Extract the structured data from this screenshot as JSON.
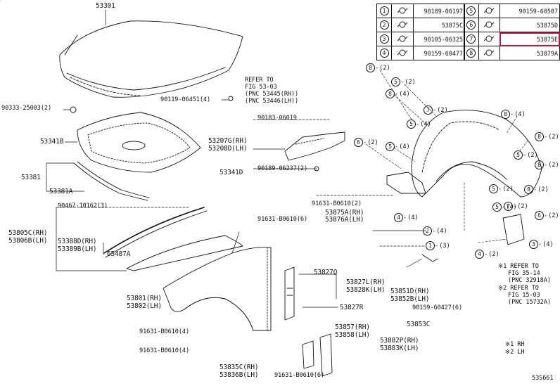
{
  "legend_left": [
    {
      "n": "1",
      "part": "90189-06197"
    },
    {
      "n": "2",
      "part": "53875C"
    },
    {
      "n": "3",
      "part": "90105-06325"
    },
    {
      "n": "4",
      "part": "90159-60477"
    }
  ],
  "legend_right": [
    {
      "n": "5",
      "part": "90159-60507"
    },
    {
      "n": "6",
      "part": "53875D"
    },
    {
      "n": "7",
      "part": "53875E"
    },
    {
      "n": "8",
      "part": "53879A"
    }
  ],
  "highlight_part": "53875E",
  "labels": {
    "hood": "53301",
    "hood_seal": "90333-25003(2)",
    "refer1": "REFER TO",
    "refer2": "FIG 53-03",
    "refer3": "(PNC 53445(RH))",
    "refer4": "(PNC 53446(LH))",
    "p90119": "90119-06451(4)",
    "p53341b": "53341B",
    "p90183": "90183-06019",
    "p53207": "53207G(RH)",
    "p53208": "53208D(LH)",
    "p90189b": "90189-06237(2)",
    "p53341d": "53341D",
    "p53381": "53381",
    "p53381a": "53381A",
    "p90467": "90467-10162(3)",
    "p91631a": "91631-B0610(2)",
    "p53875a": "53875A(RH)",
    "p53876a": "53876A(LH)",
    "p91631b": "91631-B0610(6)",
    "p53805": "53805C(RH)",
    "p53806": "53806B(LH)",
    "p53388": "53388D(RH)",
    "p53389": "53389B(LH)",
    "p65487": "65487A",
    "p53827q": "53827Q",
    "p53827l": "53827L(RH)",
    "p53828k": "53828K(LH)",
    "p53851": "53851D(RH)",
    "p53852": "53852B(LH)",
    "p90159b": "90159-60427(6)",
    "p53801": "53801(RH)",
    "p53802": "53802(LH)",
    "p53827r": "53827R",
    "p53853c": "53853C",
    "p91631c": "91631-B0610(4)",
    "p91631d": "91631-B0610(4)",
    "p53857": "53857(RH)",
    "p53858": "53858(LH)",
    "p53882": "53882P(RH)",
    "p53883": "53883K(LH)",
    "p53835": "53835C(RH)",
    "p53836": "53836B(LH)",
    "p91631e": "91631-B0610(6)",
    "note1a": "※1 REFER TO",
    "note1b": "FIG 35-14",
    "note1c": "(PNC 32918A)",
    "note2a": "※2 REFER TO",
    "note2b": "FIG 15-03",
    "note2c": "(PNC 15732A)",
    "note3": "※1 RH",
    "note4": "※2 LH",
    "code": "53S661"
  },
  "callouts": [
    {
      "n": "8",
      "q": "(2)"
    },
    {
      "n": "5",
      "q": "(2)"
    },
    {
      "n": "8",
      "q": "(4)"
    },
    {
      "n": "7",
      "q": "(2)"
    },
    {
      "n": "5",
      "q": "(4)"
    },
    {
      "n": "8",
      "q": "(4)"
    },
    {
      "n": "6",
      "q": "(2)"
    },
    {
      "n": "5",
      "q": "(4)"
    },
    {
      "n": "8",
      "q": "(2)"
    },
    {
      "n": "5",
      "q": "(2)"
    },
    {
      "n": "8",
      "q": "(2)"
    },
    {
      "n": "8",
      "q": "(2)"
    },
    {
      "n": "5",
      "q": "(2)"
    },
    {
      "n": "5",
      "q": "(4)"
    },
    {
      "n": "7",
      "q": "(2)"
    },
    {
      "n": "6",
      "q": "(2)"
    },
    {
      "n": "4",
      "q": "(4)"
    },
    {
      "n": "2",
      "q": "(4)"
    },
    {
      "n": "1",
      "q": "(3)"
    },
    {
      "n": "3",
      "q": "(4)"
    },
    {
      "n": "4",
      "q": "(2)"
    }
  ],
  "colors": {
    "ink": "#111111",
    "highlight": "#c0143c"
  }
}
